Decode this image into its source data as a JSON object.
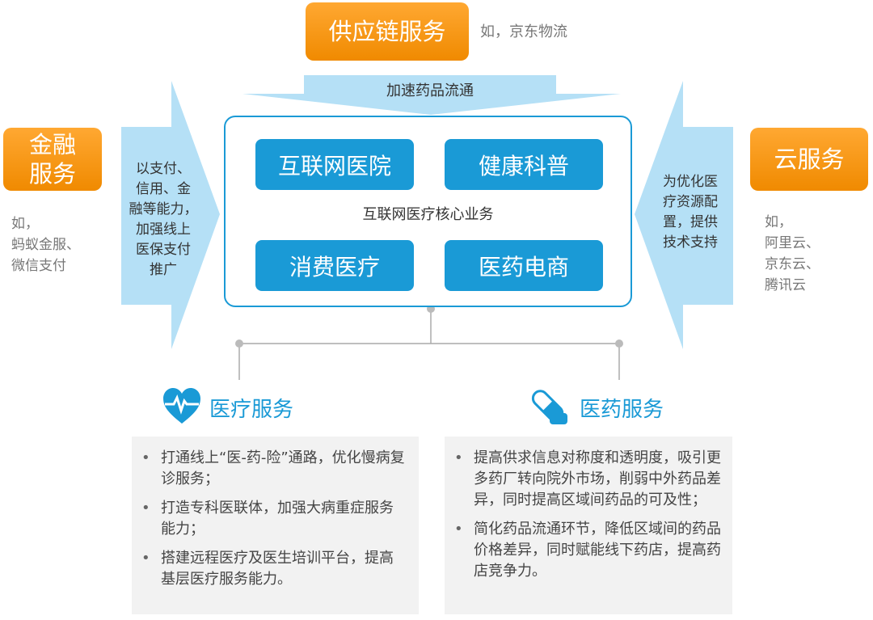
{
  "top": {
    "title": "供应链服务",
    "example": "如，京东物流",
    "arrow_label": "加速药品流通"
  },
  "left": {
    "title_line1": "金融",
    "title_line2": "服务",
    "example_lines": [
      "如，",
      "蚂蚁金服、",
      "微信支付"
    ],
    "arrow_lines": [
      "以支付、",
      "信用、金",
      "融等能力，",
      "加强线上",
      "医保支付",
      "推广"
    ]
  },
  "right": {
    "title": "云服务",
    "example_lines": [
      "如，",
      "阿里云、",
      "京东云、",
      "腾讯云"
    ],
    "arrow_lines": [
      "为优化医",
      "疗资源配",
      "置，提供",
      "技术支持"
    ]
  },
  "core": {
    "label": "互联网医疗核心业务",
    "items": [
      "互联网医院",
      "健康科普",
      "消费医疗",
      "医药电商"
    ]
  },
  "medical": {
    "icon": "heart-pulse-icon",
    "title": "医疗服务",
    "bullets": [
      "打通线上“医-药-险”通路，优化慢病复诊服务；",
      "打造专科医联体，加强大病重症服务能力；",
      "搭建远程医疗及医生培训平台，提高基层医疗服务能力。"
    ]
  },
  "pharma": {
    "icon": "pill-icon",
    "title": "医药服务",
    "bullets": [
      "提高供求信息对称度和透明度，吸引更多药厂转向院外市场，削弱中外药品差异，同时提高区域间药品的可及性；",
      "简化药品流通环节，降低区域间的药品价格差异，同时赋能线下药店，提高药店竞争力。"
    ]
  },
  "colors": {
    "orange": "#f59a10",
    "blue": "#1a9ad6",
    "arrow": "#b5e0f6",
    "panel": "#f2f2f2"
  }
}
